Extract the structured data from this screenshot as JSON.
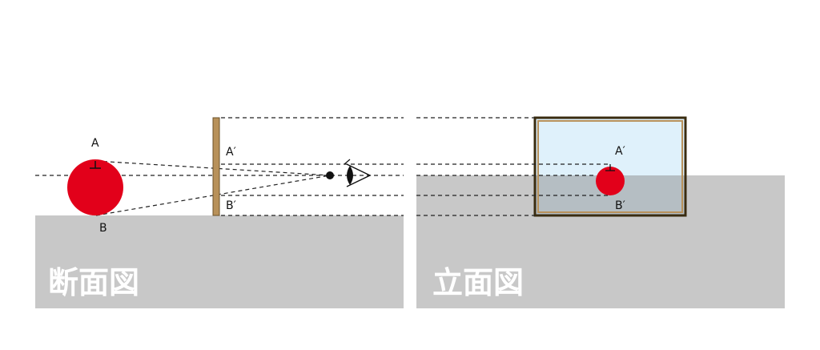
{
  "panels": {
    "section": {
      "title": "断面図"
    },
    "elevation": {
      "title": "立面図"
    }
  },
  "labels": {
    "a": "A",
    "b": "B",
    "a_prime_section": "A′",
    "b_prime_section": "B′",
    "a_prime_elevation": "A′",
    "b_prime_elevation": "B′"
  },
  "colors": {
    "ground": "#c8c8c8",
    "ball": "#e2001a",
    "wall": "#b8915a",
    "frame": "#3a2c10",
    "sky": "#dff1fb",
    "water_overlay": "#b5bec3"
  },
  "icons": {
    "eye": "eye-icon"
  }
}
